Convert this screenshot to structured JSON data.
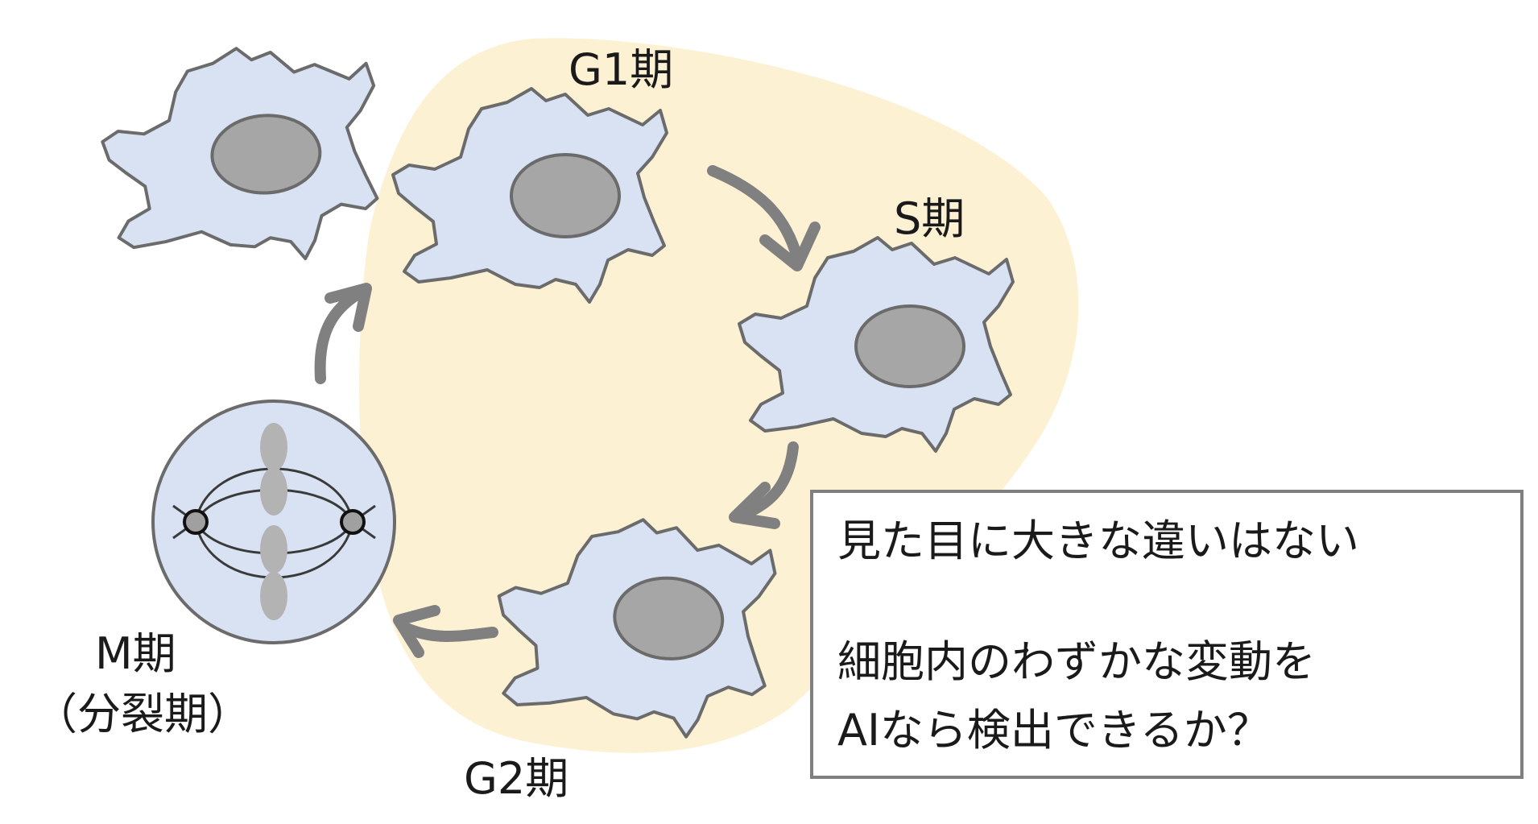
{
  "phases": {
    "g1": "G1期",
    "s": "S期",
    "g2": "G2期",
    "m_line1": "M期",
    "m_line2": "（分裂期）"
  },
  "note": {
    "line1": "見た目に大きな違いはない",
    "line2": "細胞内のわずかな変動を",
    "line3": "AIなら検出できるか？"
  },
  "colors": {
    "interphase_region": "#fdf1d4",
    "cell_fill": "#d9e2f3",
    "cell_outline": "#6b6b6b",
    "nucleus": "#a6a6a6",
    "arrow": "#808080",
    "chromosome": "#b3b3b3",
    "centrosome": "#a0a0a0",
    "spindle": "#3a3a3a"
  }
}
